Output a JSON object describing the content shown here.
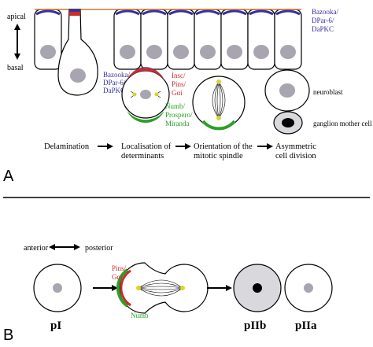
{
  "panel_a": {
    "panel_label": "A",
    "axis": {
      "top": "apical",
      "bottom": "basal"
    },
    "epithelium_label": [
      "Bazooka/",
      "DPar-6/",
      "DaPKC"
    ],
    "delaminating_label": [
      "Bazooka/",
      "DPar-6/",
      "DaPKC"
    ],
    "apical_complex_label": [
      "Insc/",
      "Pins/",
      "Gαi"
    ],
    "basal_complex_label": [
      "Numb/",
      "Prospero/",
      "Miranda"
    ],
    "neuroblast_label": "neuroblast",
    "gmc_label": "ganglion mother cell",
    "steps": [
      {
        "lines": [
          "Delamination"
        ]
      },
      {
        "lines": [
          "Localisation of",
          "determinants"
        ]
      },
      {
        "lines": [
          "Orientation of the",
          "mitotic spindle"
        ]
      },
      {
        "lines": [
          "Asymmetric",
          "cell division"
        ]
      }
    ],
    "colors": {
      "apical_blue": "#3a2fa0",
      "inscuteable_red": "#cc2a2a",
      "numb_green": "#2aa02a",
      "nucleus_grey": "#a8a4b0",
      "border_orange": "#c97a2c"
    }
  },
  "panel_b": {
    "panel_label": "B",
    "axis": {
      "left": "anterior",
      "right": "posterior"
    },
    "pins_label": [
      "Pins/",
      "Gαi"
    ],
    "numb_label": "Numb",
    "cell_labels": {
      "pI": "pI",
      "pIIb": "pIIb",
      "pIIa": "pIIa"
    }
  }
}
